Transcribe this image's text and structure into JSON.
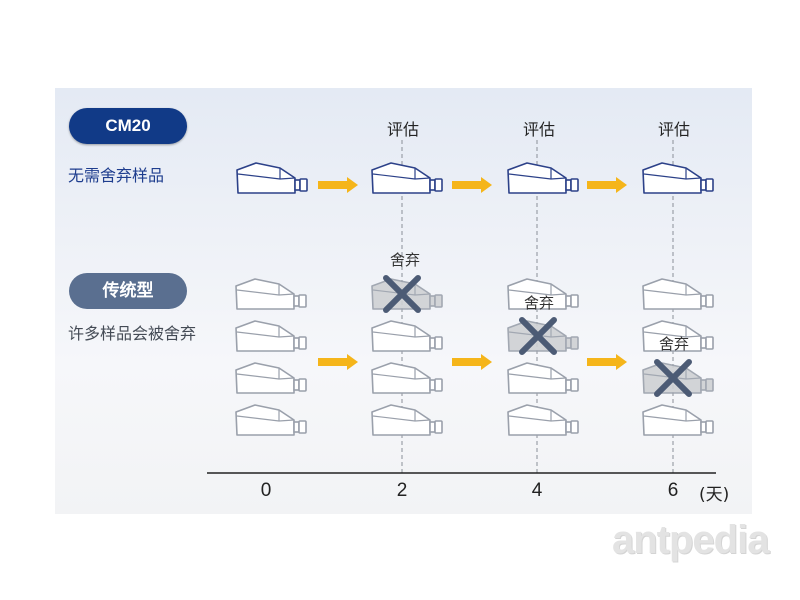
{
  "cm20": {
    "badge": "CM20",
    "caption": "无需舍弃样品",
    "evaluate_label": "评估"
  },
  "traditional": {
    "badge": "传统型",
    "caption": "许多样品会被舍弃",
    "discard_label": "舍弃"
  },
  "axis": {
    "ticks": [
      "0",
      "2",
      "4",
      "6"
    ],
    "unit": "(天)"
  },
  "colors": {
    "badge_cm20": "#113a87",
    "badge_traditional": "#5a6f90",
    "flask_outline_cm20": "#2c4189",
    "flask_outline_traditional": "#9aa0ab",
    "arrow": "#f5b51a",
    "discard_cross": "#4c5b75"
  },
  "watermark": "antpedia"
}
